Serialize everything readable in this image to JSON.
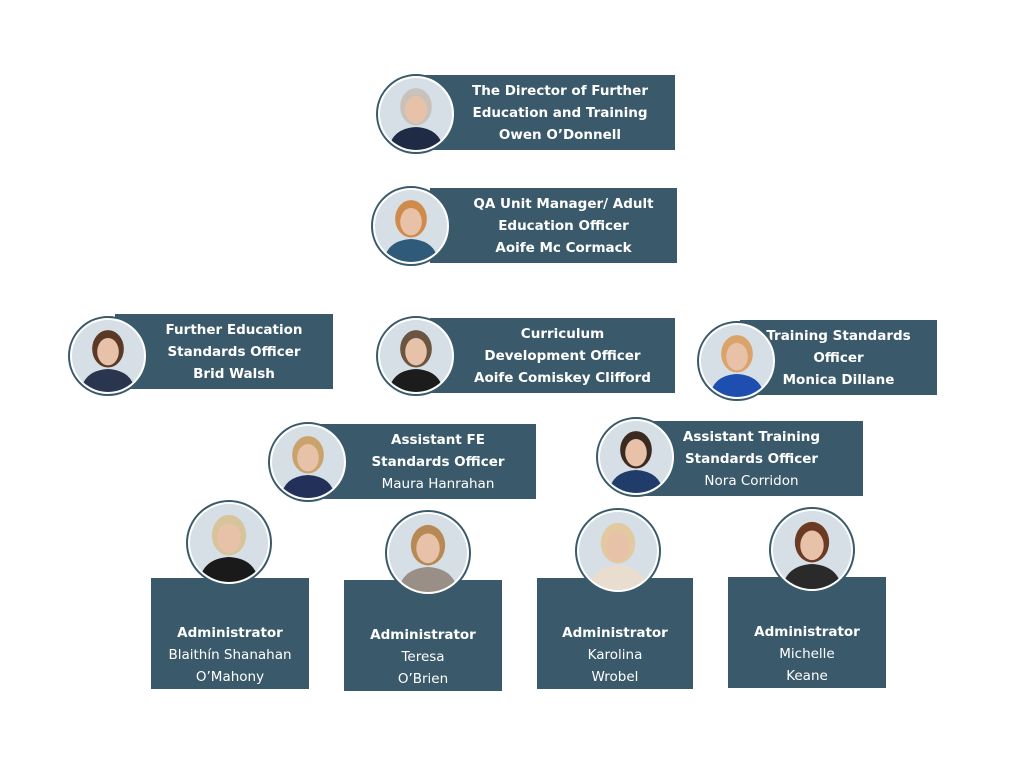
{
  "chart_title": "",
  "people": [
    {
      "title": [
        "The Director of Further",
        "Education and Training"
      ],
      "name": "Owen O’Donnell",
      "name_bold": true
    },
    {
      "title": [
        "QA Unit Manager/ Adult",
        "Education Officer"
      ],
      "name": "Aoife Mc Cormack",
      "name_bold": true
    },
    {
      "title": [
        "Further Education",
        "Standards Officer"
      ],
      "name": "Brid Walsh",
      "name_bold": true
    },
    {
      "title": [
        "Curriculum",
        "Development Officer"
      ],
      "name": "Aoife Comiskey Clifford",
      "name_bold": true
    },
    {
      "title": [
        "Training Standards",
        "Officer"
      ],
      "name": "Monica Dillane",
      "name_bold": true
    },
    {
      "title": [
        "Assistant FE",
        "Standards Officer"
      ],
      "name": "Maura Hanrahan",
      "name_bold": false
    },
    {
      "title": [
        "Assistant Training",
        "Standards Officer"
      ],
      "name": "Nora Corridon",
      "name_bold": false
    },
    {
      "title": [
        "Administrator"
      ],
      "name_lines": [
        "Blaithín Shanahan",
        "O’Mahony"
      ]
    },
    {
      "title": [
        "Administrator"
      ],
      "name_lines": [
        "Teresa",
        "O’Brien"
      ]
    },
    {
      "title": [
        "Administrator"
      ],
      "name_lines": [
        "Karolina",
        "Wrobel"
      ]
    },
    {
      "title": [
        "Administrator"
      ],
      "name_lines": [
        "Michelle",
        "Keane"
      ]
    }
  ],
  "colors": {
    "box": "#3a5a6b",
    "text": "#ffffff"
  }
}
